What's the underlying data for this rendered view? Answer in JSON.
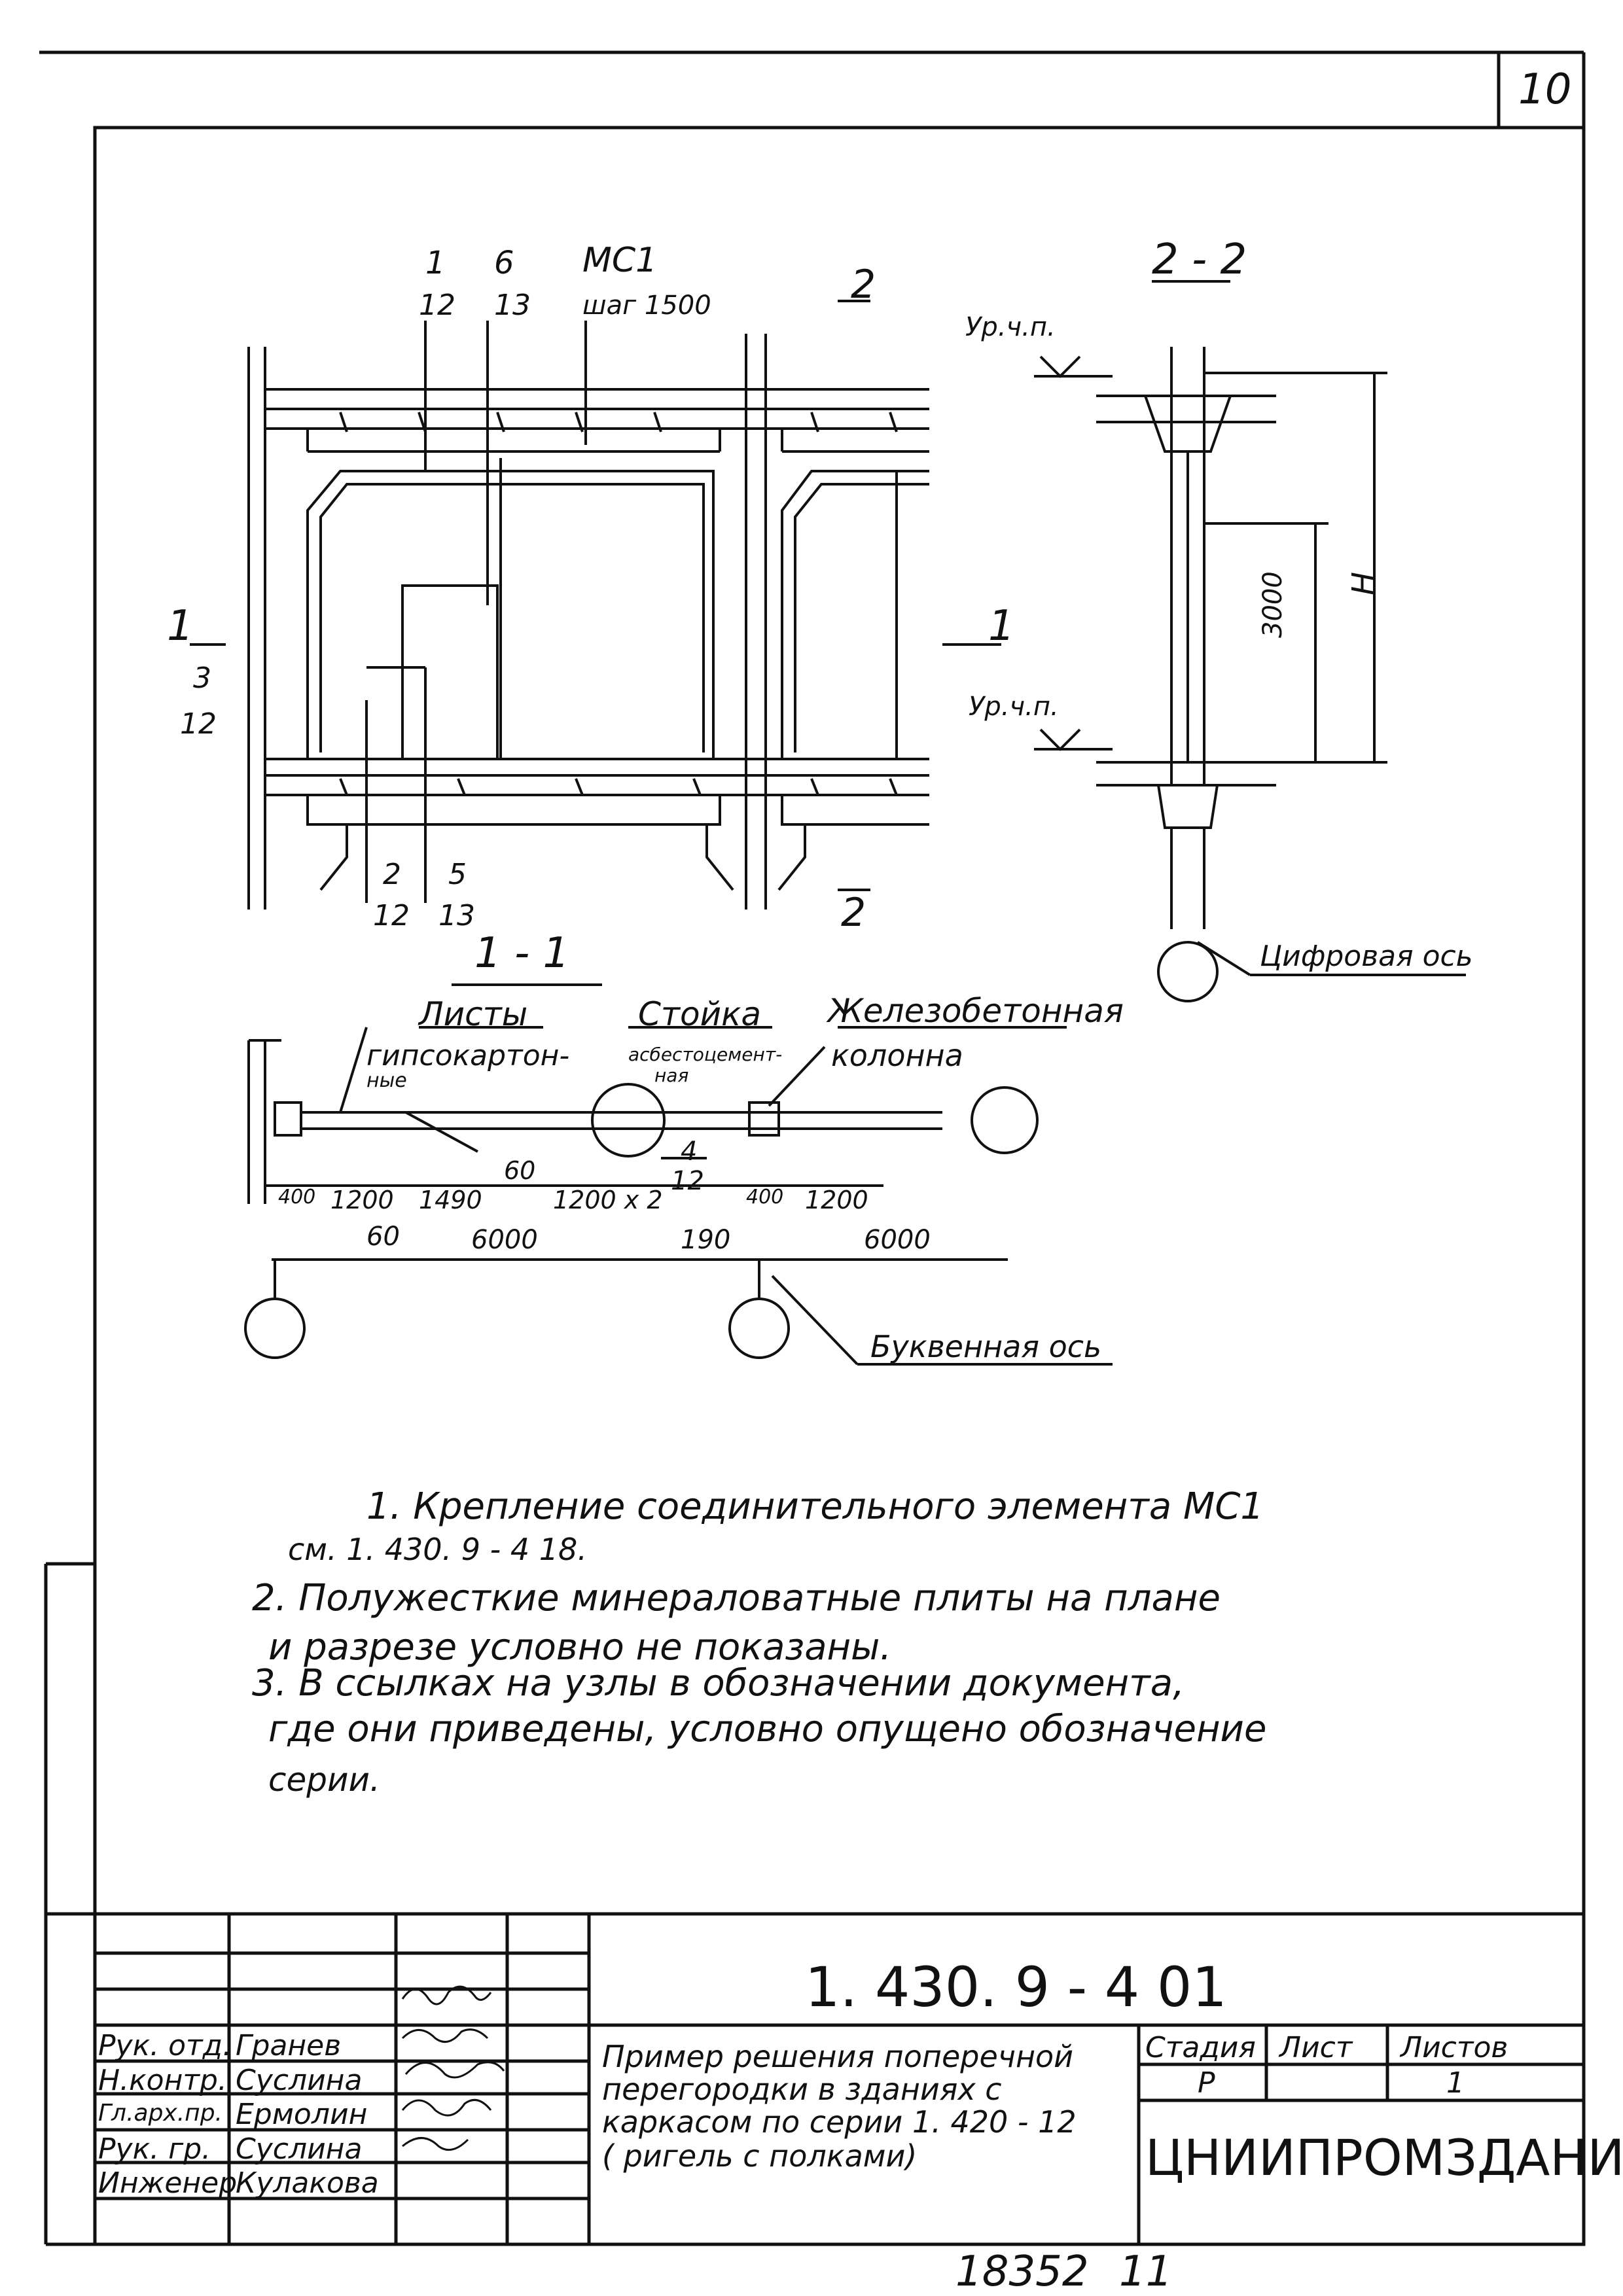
{
  "sheet": {
    "page_number": "10",
    "footer_number": "18352",
    "footer_suffix": "11"
  },
  "drawing": {
    "section_1_1": {
      "callouts": [
        {
          "top": "1",
          "bottom": "12"
        },
        {
          "top": "6",
          "bottom": "13"
        },
        {
          "top": "МС1",
          "bottom": "шаг 1500"
        },
        {
          "top": "3",
          "bottom": "12"
        },
        {
          "top": "2",
          "bottom": "12"
        },
        {
          "top": "5",
          "bottom": "13"
        }
      ],
      "section_mark": "2",
      "section_mark_bottom": "2",
      "cut_mark_left": "1",
      "cut_mark_right": "1",
      "title": "1 - 1"
    },
    "section_2_2": {
      "title": "2 - 2",
      "level_top": "Ур.ч.п.",
      "level_bottom": "Ур.ч.п.",
      "dim_3000": "3000",
      "dim_h": "Н",
      "axis_label": "Цифровая ось"
    },
    "plan": {
      "label_sheets": "Листы",
      "label_sheets_2": "гипсокартон-",
      "label_sheets_3": "ные",
      "label_post": "Стойка",
      "label_post_2": "асбестоцемент-",
      "label_post_3": "ная",
      "label_column": "Железобетонная",
      "label_column_2": "колонна",
      "callout_top": "4",
      "callout_bottom": "12",
      "dims_top": [
        "400",
        "1200",
        "1490",
        "60",
        "1200 x 2",
        "400",
        "1200"
      ],
      "dims_bottom": [
        "60",
        "6000",
        "190",
        "6000"
      ],
      "axis_label": "Буквенная ось"
    }
  },
  "notes": [
    "1. Крепление   соединительного  элемента     МС1",
    "см.  1. 430. 9 -  4 18.",
    "2. Полужесткие  минераловатные  плиты  на   плане",
    "и  разрезе   условно    не  показаны.",
    "3. В  ссылках на  узлы   в  обозначении    документа,",
    "где  они  приведены,   условно   опущено   обозначение",
    "серии."
  ],
  "title_block": {
    "doc_code": "1. 430. 9 -  4 01",
    "roles": [
      "Рук. отд.",
      "Н.контр.",
      "Гл.арх.пр.",
      "Рук. гр.",
      "Инженер"
    ],
    "names": [
      "Гранев",
      "Суслина",
      "Ермолин",
      "Суслина",
      "Кулакова"
    ],
    "title_lines": [
      "Пример  решения  поперечной",
      "перегородки  в зданиях   с",
      "каркасом   по  серии   1. 420 - 12",
      "( ригель    с   полками)"
    ],
    "stage_header": "Стадия",
    "sheet_header": "Лист",
    "sheets_header": "Листов",
    "stage_value": "Р",
    "sheet_value": "",
    "sheets_value": "1",
    "organization": "ЦНИИПРОМЗДАНИЙ"
  }
}
